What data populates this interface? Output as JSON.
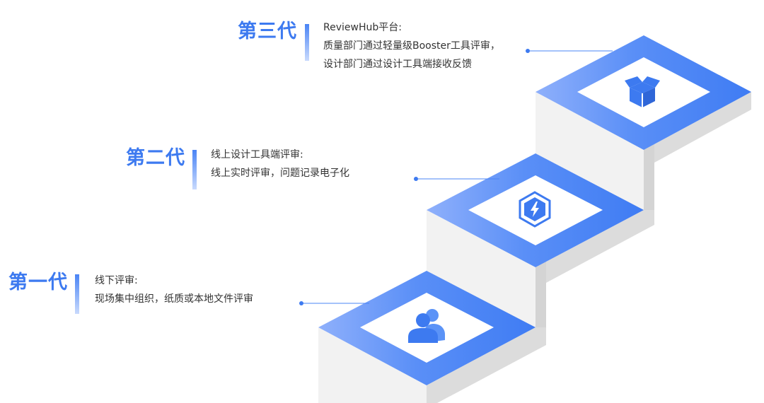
{
  "generations": [
    {
      "title": "第一代",
      "lines": [
        "线下评审:",
        "现场集中组织，纸质或本地文件评审"
      ],
      "icon": "users-icon"
    },
    {
      "title": "第二代",
      "lines": [
        "线上设计工具端评审:",
        "线上实时评审，问题记录电子化"
      ],
      "icon": "lightning-hexagon-icon"
    },
    {
      "title": "第三代",
      "lines": [
        "ReviewHub平台:",
        "质量部门通过轻量级Booster工具评审，",
        "设计部门通过设计工具端接收反馈"
      ],
      "icon": "box-icon"
    }
  ],
  "colors": {
    "accent": "#3d7af0",
    "platform_blue": "#4f87f6",
    "platform_inner": "#ffffff",
    "riser_light": "#efefef",
    "riser_side": "#d9d9d9",
    "text": "#333333"
  }
}
